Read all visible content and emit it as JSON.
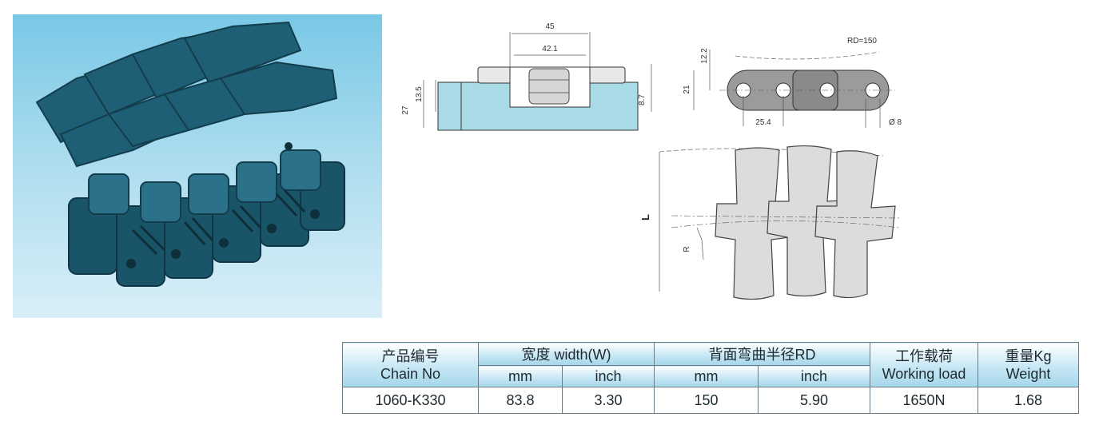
{
  "photo": {
    "alt_icon": "plastic-chain-photo",
    "color_chain": "#1f5f75"
  },
  "side_view": {
    "dim_45": "45",
    "dim_42_1": "42.1",
    "dim_27": "27",
    "dim_13_5": "13.5",
    "dim_8_7": "8.7"
  },
  "link_view": {
    "dim_rd": "RD=150",
    "dim_12_2": "12.2",
    "dim_21": "21",
    "dim_25_4": "25.4",
    "dim_d8": "Ø 8"
  },
  "top_view": {
    "dim_L": "L",
    "dim_R": "R"
  },
  "table": {
    "header": {
      "chain_no_cn": "产品编号",
      "chain_no_en": "Chain No",
      "width_label": "宽度 width(W)",
      "rd_label": "背面弯曲半径RD",
      "load_cn": "工作载荷",
      "load_en": "Working load",
      "weight_cn": "重量Kg",
      "weight_en": "Weight",
      "width_mm": "mm",
      "width_inch": "inch",
      "rd_mm": "mm",
      "rd_inch": "inch"
    },
    "rows": [
      {
        "chain_no": "1060-K330",
        "width_mm": "83.8",
        "width_inch": "3.30",
        "rd_mm": "150",
        "rd_inch": "5.90",
        "load": "1650N",
        "weight": "1.68"
      }
    ]
  }
}
